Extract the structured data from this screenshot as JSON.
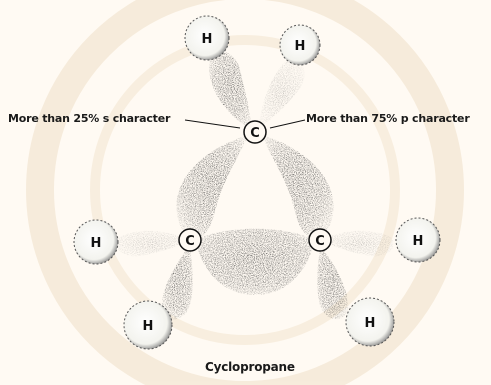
{
  "diagram": {
    "caption": "Cyclopropane",
    "labels": {
      "s_character": "More than 25% s character",
      "p_character": "More than 75% p character"
    },
    "atoms": {
      "carbon_symbol": "C",
      "hydrogen_symbol": "H",
      "carbon_count": 3,
      "hydrogen_count": 6
    },
    "colors": {
      "background": "#fffaf3",
      "watermark": "#f6ead7",
      "orbital_stipple": "#3b3b3b",
      "ink": "#111111"
    }
  }
}
